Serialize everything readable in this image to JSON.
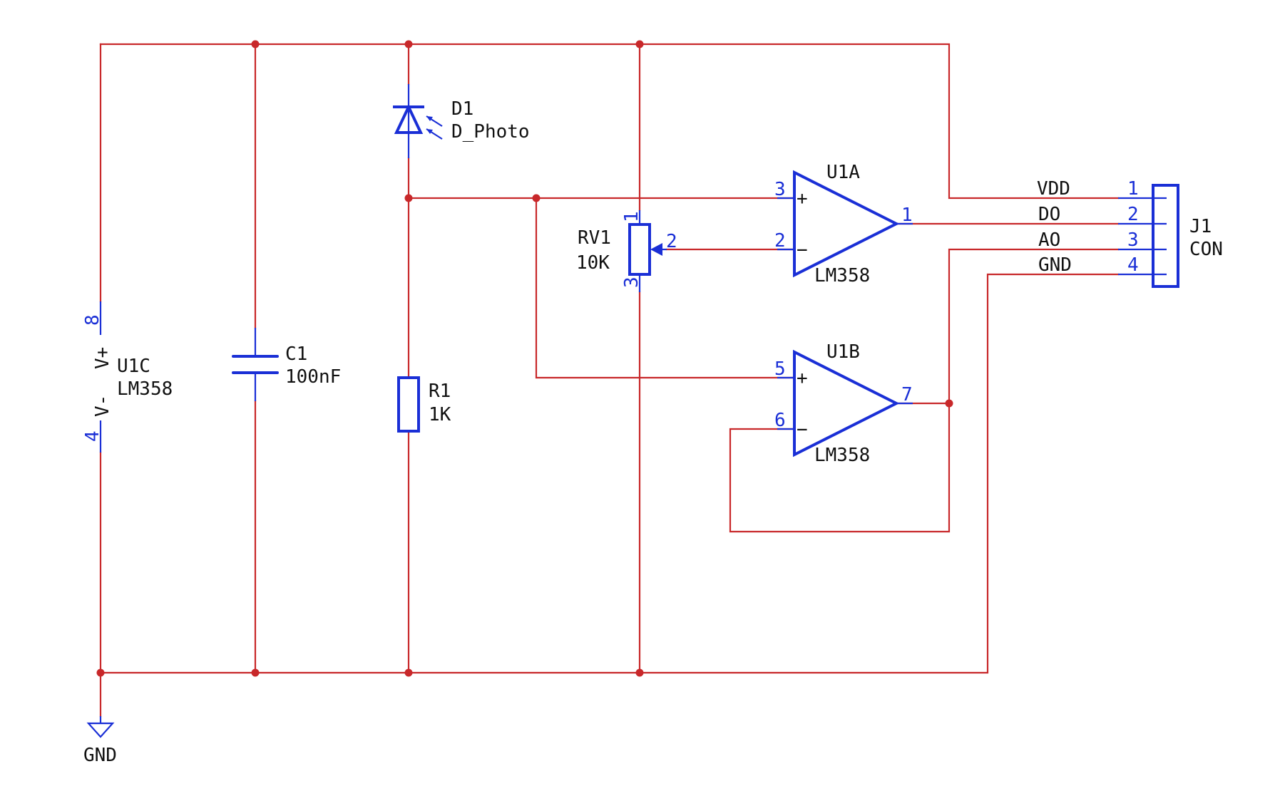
{
  "colors": {
    "wire": "#c8282a",
    "component": "#1a2fd6",
    "text": "#111111",
    "background": "#ffffff"
  },
  "icons": [
    "photodiode-icon",
    "capacitor-icon",
    "resistor-icon",
    "potentiometer-icon",
    "opamp-icon",
    "ground-icon",
    "connector-icon"
  ],
  "u1c": {
    "ref": "U1C",
    "value": "LM358",
    "vplus_label": "V+",
    "vminus_label": "V-",
    "pin_vplus": "8",
    "pin_vminus": "4"
  },
  "c1": {
    "ref": "C1",
    "value": "100nF"
  },
  "d1": {
    "ref": "D1",
    "value": "D_Photo"
  },
  "r1": {
    "ref": "R1",
    "value": "1K"
  },
  "rv1": {
    "ref": "RV1",
    "value": "10K",
    "pin1": "1",
    "pin2": "2",
    "pin3": "3"
  },
  "u1a": {
    "ref": "U1A",
    "value": "LM358",
    "pin_plus": "3",
    "pin_minus": "2",
    "pin_out": "1",
    "plus_sign": "+",
    "minus_sign": "−"
  },
  "u1b": {
    "ref": "U1B",
    "value": "LM358",
    "pin_plus": "5",
    "pin_minus": "6",
    "pin_out": "7",
    "plus_sign": "+",
    "minus_sign": "−"
  },
  "j1": {
    "ref": "J1",
    "value": "CON",
    "pins": [
      {
        "num": "1",
        "net": "VDD"
      },
      {
        "num": "2",
        "net": "DO"
      },
      {
        "num": "3",
        "net": "AO"
      },
      {
        "num": "4",
        "net": "GND"
      }
    ]
  },
  "gnd": {
    "label": "GND"
  }
}
